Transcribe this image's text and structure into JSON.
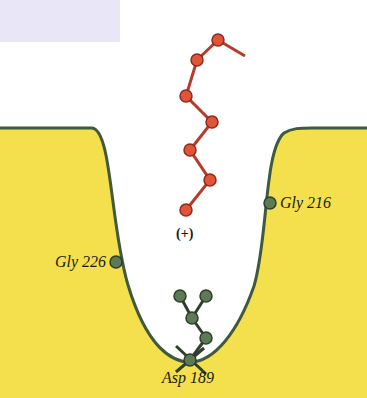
{
  "diagram": {
    "labels": [
      "(+)",
      "Gly 216",
      "Gly 226",
      "Asp 189"
    ]
  }
}
